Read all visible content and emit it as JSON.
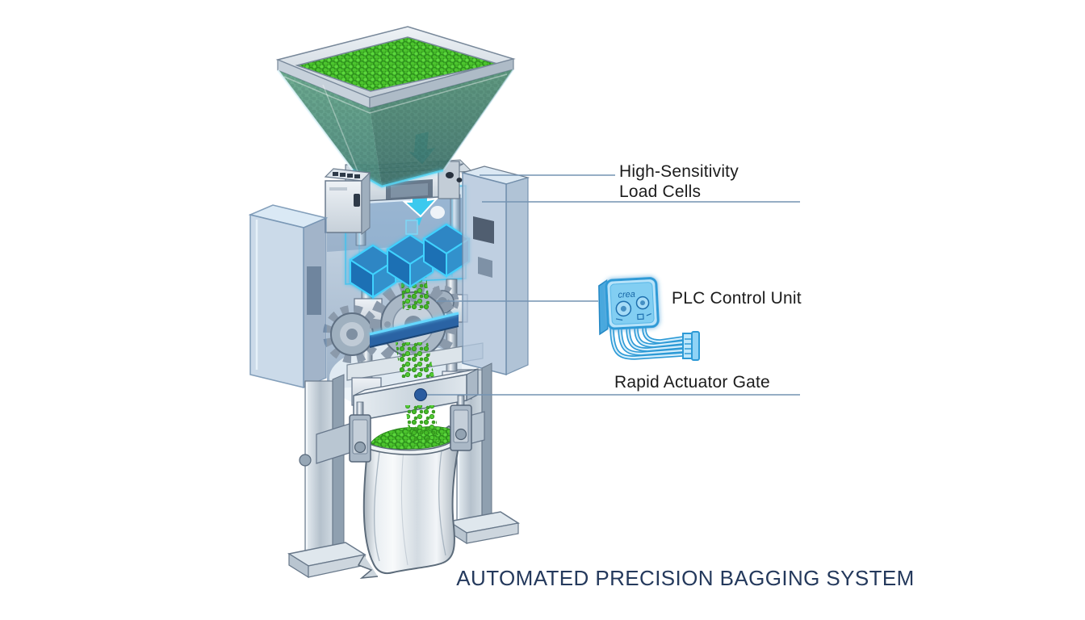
{
  "diagram": {
    "title": "AUTOMATED PRECISION BAGGING SYSTEM",
    "labels": {
      "load_cells_line1": "High-Sensitivity",
      "load_cells_line2": "Load Cells",
      "plc": "PLC Control Unit",
      "gate": "Rapid Actuator Gate"
    },
    "plc_marking": "crea",
    "components": [
      {
        "name": "hopper",
        "description": "Transparent hopper filled with green pellets"
      },
      {
        "name": "load-cells",
        "description": "Three glowing blue load-cell cubes inside weighing chamber"
      },
      {
        "name": "gear-drive",
        "description": "Metal gear mechanism with glowing blue beam"
      },
      {
        "name": "actuator-gate",
        "description": "Horizontal rapid actuator gate bar"
      },
      {
        "name": "bag",
        "description": "Plastic bag being filled with green pellets"
      },
      {
        "name": "plc-unit",
        "description": "Blue PLC control module with ribbon cables and connector"
      }
    ],
    "colors": {
      "pellet_green": "#4cbf2c",
      "glow_cyan": "#3fd2ff",
      "cube_blue": "#2f86c4",
      "metal_gray": "#b9c5d1",
      "title_navy": "#24395c",
      "label_text": "#1c1c1c",
      "leader_line": "#7493b2",
      "background": "#ffffff"
    }
  }
}
